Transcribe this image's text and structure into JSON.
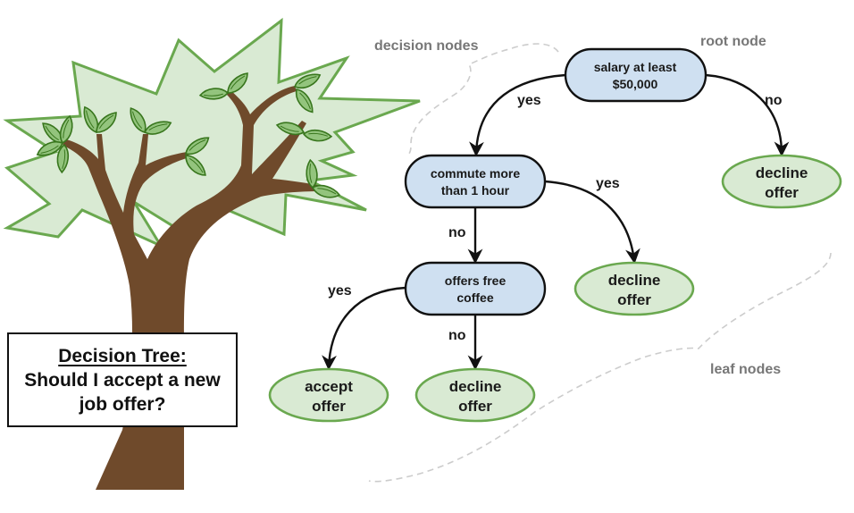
{
  "title": {
    "heading": "Decision Tree:",
    "question_line1": "Should I accept a new",
    "question_line2": "job offer?"
  },
  "annotations": {
    "decision_nodes": "decision nodes",
    "root_node": "root node",
    "leaf_nodes": "leaf nodes"
  },
  "colors": {
    "decision_fill": "#cfe0f1",
    "decision_stroke": "#111111",
    "leaf_fill": "#d9ead3",
    "leaf_stroke": "#6aa84f",
    "canopy_fill": "#d9ead3",
    "canopy_stroke": "#6aa84f",
    "leaf_icon_fill": "#93c47d",
    "leaf_icon_stroke": "#38761d",
    "trunk": "#6f4a2b",
    "annotation_text": "#777777",
    "brace": "#cccccc"
  },
  "nodes": {
    "root": {
      "type": "decision",
      "line1": "salary at least",
      "line2": "$50,000"
    },
    "commute": {
      "type": "decision",
      "line1": "commute more",
      "line2": "than 1 hour"
    },
    "coffee": {
      "type": "decision",
      "line1": "offers free",
      "line2": "coffee"
    },
    "leaf_decline_1": {
      "type": "leaf",
      "line1": "decline",
      "line2": "offer"
    },
    "leaf_decline_2": {
      "type": "leaf",
      "line1": "decline",
      "line2": "offer"
    },
    "leaf_accept": {
      "type": "leaf",
      "line1": "accept",
      "line2": "offer"
    },
    "leaf_decline_3": {
      "type": "leaf",
      "line1": "decline",
      "line2": "offer"
    }
  },
  "edges": [
    {
      "from": "root",
      "to": "commute",
      "label": "yes"
    },
    {
      "from": "root",
      "to": "leaf_decline_1",
      "label": "no"
    },
    {
      "from": "commute",
      "to": "leaf_decline_2",
      "label": "yes"
    },
    {
      "from": "commute",
      "to": "coffee",
      "label": "no"
    },
    {
      "from": "coffee",
      "to": "leaf_accept",
      "label": "yes"
    },
    {
      "from": "coffee",
      "to": "leaf_decline_3",
      "label": "no"
    }
  ]
}
